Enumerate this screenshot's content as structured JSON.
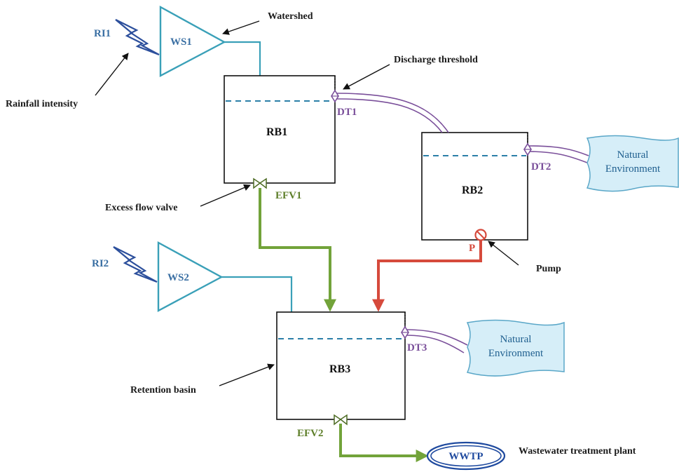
{
  "annotations": {
    "watershed": "Watershed",
    "discharge_threshold": "Discharge threshold",
    "rainfall_intensity": "Rainfall intensity",
    "excess_flow_valve": "Excess flow valve",
    "pump": "Pump",
    "retention_basin": "Retention basin",
    "wwtp_full": "Wastewater treatment plant"
  },
  "rainfall": {
    "ri1": "RI1",
    "ri2": "RI2"
  },
  "watersheds": {
    "ws1": "WS1",
    "ws2": "WS2"
  },
  "basins": {
    "rb1": "RB1",
    "rb2": "RB2",
    "rb3": "RB3"
  },
  "thresholds": {
    "dt1": "DT1",
    "dt2": "DT2",
    "dt3": "DT3"
  },
  "valves": {
    "efv1": "EFV1",
    "efv2": "EFV2"
  },
  "pump_label": "P",
  "environment": {
    "line1": "Natural",
    "line2": "Environment"
  },
  "wwtp": "WWTP",
  "colors": {
    "watershed": "#3aa0b8",
    "water_level": "#2b7fa8",
    "threshold_pipe": "#7a4f9a",
    "valve_flow": "#72a33a",
    "pump_flow": "#d64a3c",
    "environment_fill": "#d6eef8",
    "wwtp_border": "#1f4a9f"
  }
}
